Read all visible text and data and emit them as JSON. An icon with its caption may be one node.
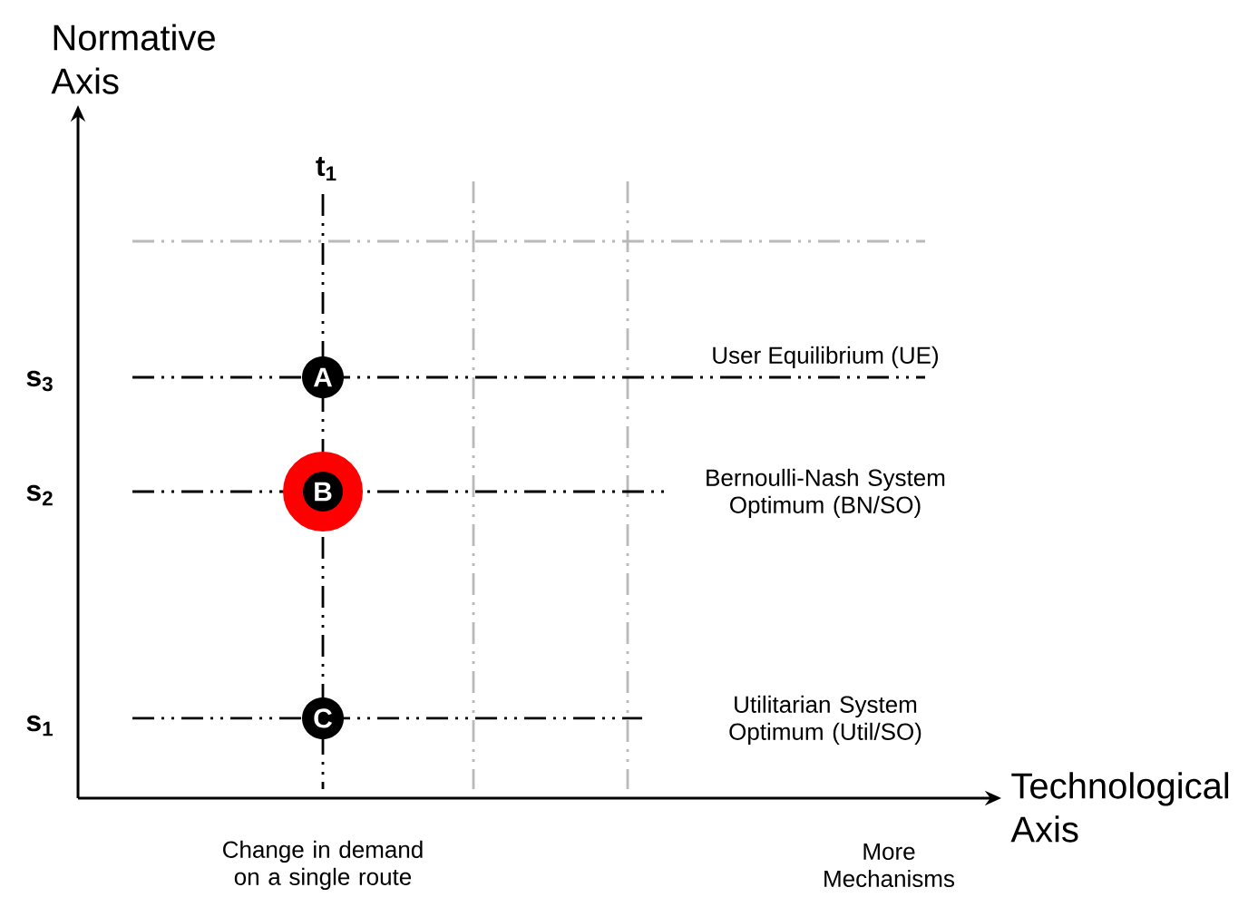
{
  "diagram": {
    "nodes": [
      {
        "text": [
          "A"
        ]
      },
      {
        "text": [
          "B"
        ]
      },
      {
        "text": [
          "C"
        ]
      }
    ],
    "labels": [
      "Normative Axis",
      "t$_{1}$",
      "s$_{3}$",
      "User Equilibrium (UE)",
      "s$_{2}$",
      "Bernoulli-Nash System Optimum (BN/SO)",
      "s$_{1}$",
      "Utilitarian System Optimum (Util/SO)",
      "Technological Axis",
      "Change in demand on a single route",
      "More Mechanisms"
    ]
  }
}
